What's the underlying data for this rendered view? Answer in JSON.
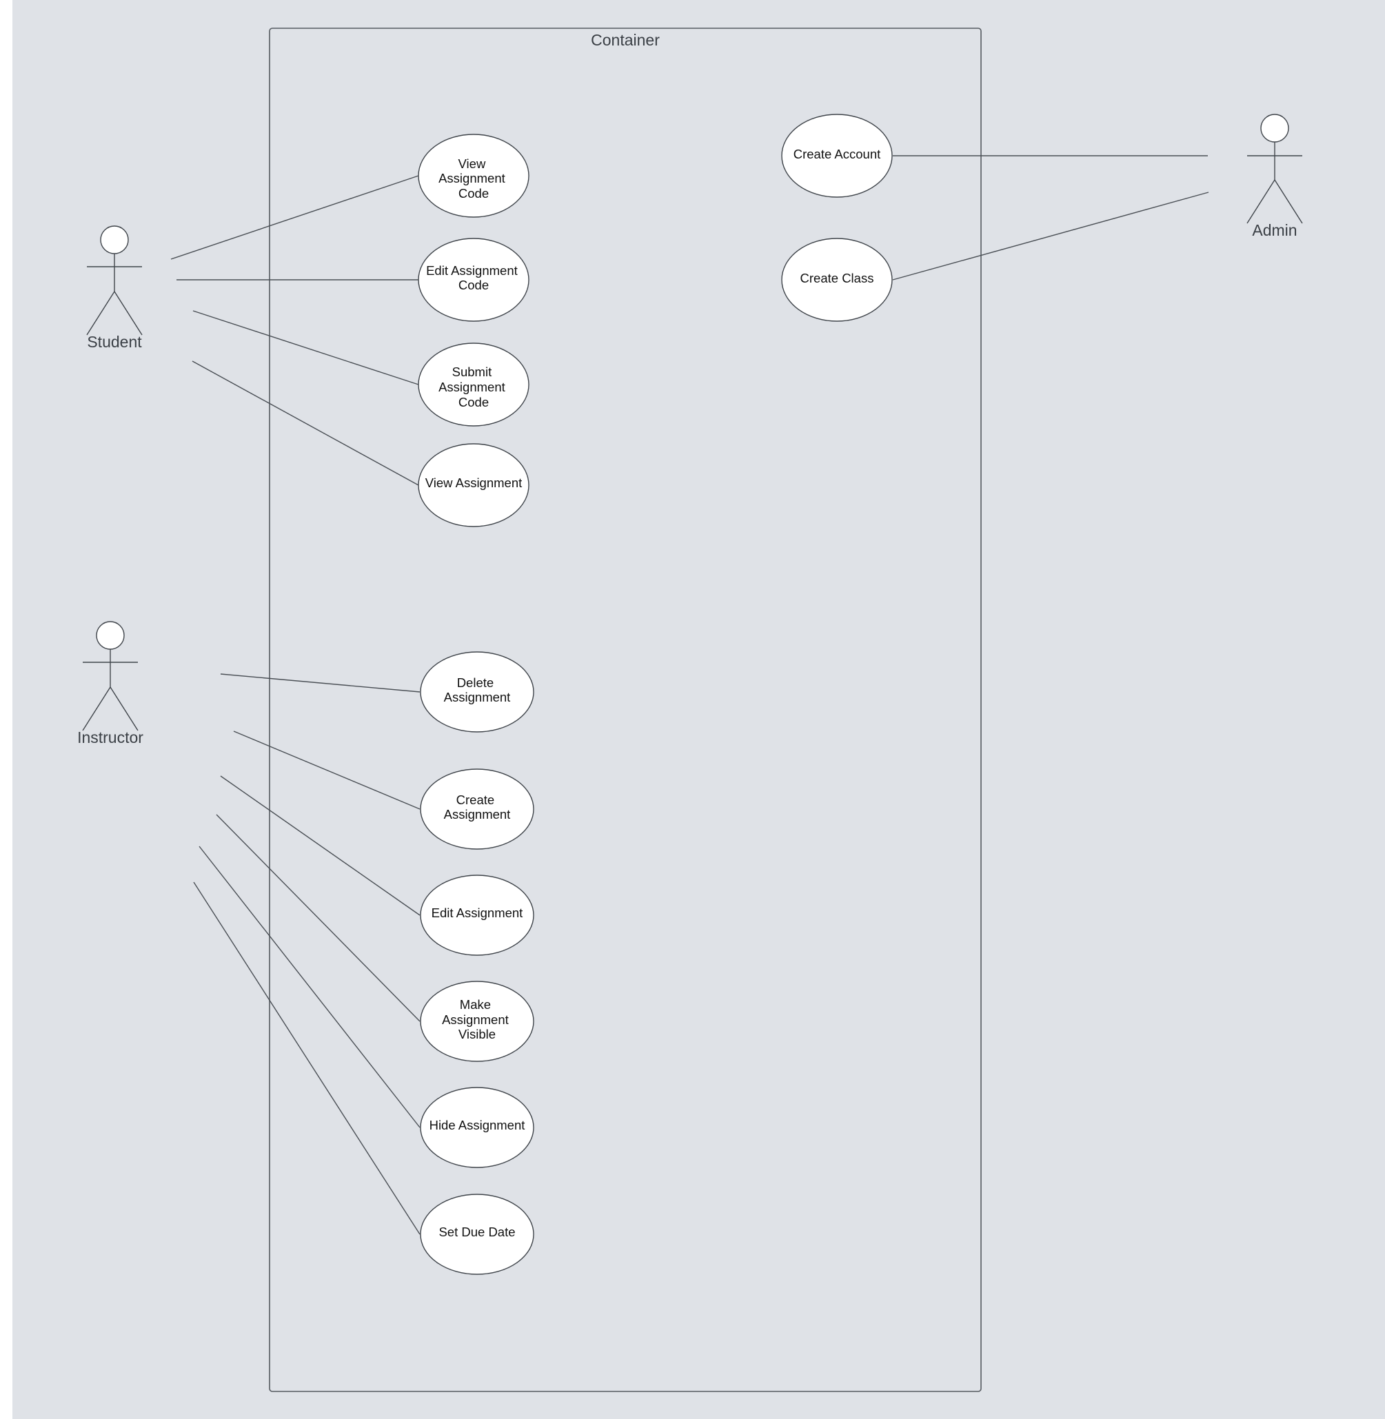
{
  "container": {
    "title": "Container"
  },
  "actors": {
    "student": "Student",
    "instructor": "Instructor",
    "admin": "Admin"
  },
  "use_cases": {
    "view_assignment_code": [
      "View",
      "Assignment",
      "Code"
    ],
    "edit_assignment_code": [
      "Edit Assignment",
      "Code"
    ],
    "submit_assignment_code": [
      "Submit",
      "Assignment",
      "Code"
    ],
    "view_assignment": [
      "View Assignment"
    ],
    "delete_assignment": [
      "Delete",
      "Assignment"
    ],
    "create_assignment": [
      "Create",
      "Assignment"
    ],
    "edit_assignment": [
      "Edit Assignment"
    ],
    "make_assignment_visible": [
      "Make",
      "Assignment",
      "Visible"
    ],
    "hide_assignment": [
      "Hide Assignment"
    ],
    "set_due_date": [
      "Set Due Date"
    ],
    "create_account": [
      "Create Account"
    ],
    "create_class": [
      "Create Class"
    ]
  },
  "colors": {
    "background": "#dfe2e7",
    "use_case_fill": "#ffffff",
    "stroke": "#3f444a"
  }
}
